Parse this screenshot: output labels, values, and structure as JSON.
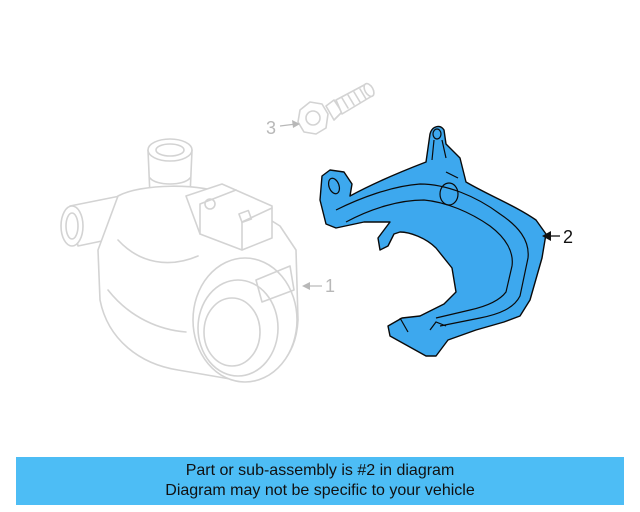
{
  "callouts": [
    {
      "id": "3",
      "label": "3",
      "highlighted": false
    },
    {
      "id": "1",
      "label": "1",
      "highlighted": false
    },
    {
      "id": "2",
      "label": "2",
      "highlighted": true
    }
  ],
  "caption": {
    "line1": "Part or sub-assembly is #2 in diagram",
    "line2": "Diagram may not be specific to your vehicle"
  },
  "colors": {
    "highlight_fill": "#3da8ee",
    "highlight_stroke": "#0a0a0a",
    "ghost_stroke": "#d3d3d3",
    "caption_bg": "#4dbdf5",
    "callout_text_muted": "#b8b8b8",
    "callout_text_active": "#111111"
  }
}
